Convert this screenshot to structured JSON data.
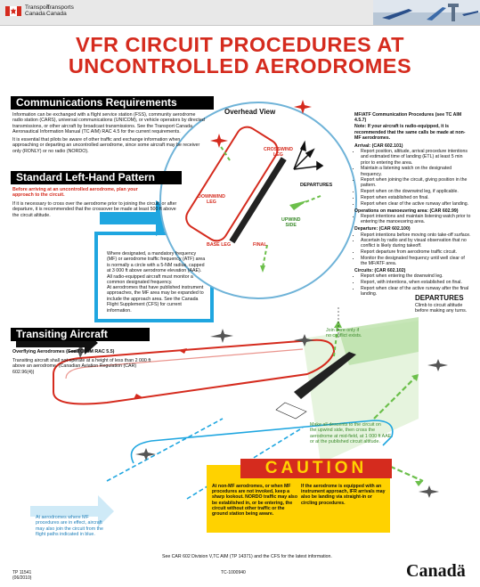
{
  "header": {
    "dept_en": "Transport\nCanada",
    "dept_fr": "Transports\nCanada"
  },
  "title": {
    "line1": "VFR CIRCUIT PROCEDURES AT",
    "line2": "UNCONTROLLED AERODROMES"
  },
  "communications": {
    "heading": "Communications Requirements",
    "para1": "Information can be exchanged with a flight service station (FSS), community aerodrome radio station (CARS), universal communications (UNICOM), or vehicle operators by directed transmissions, or other aircraft by broadcast transmissions. See the Transport Canada Aeronautical Information Manual (TC AIM) RAC 4.5 for the current requirements.",
    "para2": "It is essential that pilots be aware of other traffic and exchange information when approaching or departing an uncontrolled aerodrome, since some aircraft may be receiver only (RONLY) or no radio (NORDO)."
  },
  "pattern": {
    "heading": "Standard Left-Hand Pattern",
    "red_text": "Before arriving at an uncontrolled aerodrome, plan your approach to the circuit.",
    "para": "If it is necessary to cross over the aerodrome prior to joining the circuit, or after departure, it is recommended that the crossover be made at least 500 ft above the circuit altitude."
  },
  "mf_box": {
    "para1": "Where designated, a mandatory frequency (MF) or aerodrome traffic frequency (ATF) area is normally a circle with a 5-NM radius, capped at 3 000 ft above aerodrome elevation (AAE). All radio-equipped aircraft must monitor a common designated frequency.",
    "para2": "At aerodromes that have published instrument approaches, the MF area may be expanded to include the approach area. See the Canada Flight Supplement (CFS) for current information."
  },
  "transiting": {
    "heading": "Transiting Aircraft",
    "sub": "Overflying Aerodromes (See TC AIM RAC 5.5)",
    "para": "Transiting aircraft shall not operate at a height of less than 2 000 ft above an aerodrome. (Canadian Aviation Regulation (CAR) 602.96(4))"
  },
  "overhead": {
    "label": "Overhead View",
    "crosswind": "CROSSWIND\nLEG",
    "downwind": "DOWNWIND\nLEG",
    "base": "BASE LEG",
    "final": "FINAL",
    "upwind": "UPWIND\nSIDE",
    "departures": "DEPARTURES"
  },
  "right": {
    "head": "MF/ATF Communication Procedures (see TC AIM 4.5.7)",
    "note": "Note: If your aircraft is radio-equipped, it is recommended that the same calls be made at non-MF aerodromes.",
    "arrival_head": "Arrival: (CAR 602.101)",
    "arrival": [
      "Report position, altitude, arrival procedure intentions and estimated time of landing (ETL) at least 5 min prior to entering the area.",
      "Maintain a listening watch on the designated frequency.",
      "Report when joining the circuit, giving position in the pattern.",
      "Report when on the downwind leg, if applicable.",
      "Report when established on final.",
      "Report when clear of the active runway after landing."
    ],
    "maneuver_head": "Operations on manoeuvring area: (CAR 602.99)",
    "maneuver": [
      "Report intentions and maintain listening watch prior to entering the manoeuvring area."
    ],
    "departure_head": "Departure: (CAR 602.100)",
    "departure": [
      "Report intentions before moving onto take-off surface.",
      "Ascertain by radio and by visual observation that no conflict is likely during takeoff.",
      "Report departure from aerodrome traffic circuit.",
      "Monitor the designated frequency until well clear of the MF/ATF area."
    ],
    "circuits_head": "Circuits: (CAR 602.102)",
    "circuits": [
      "Report when entering the downwind leg.",
      "Report, with intentions, when established on final.",
      "Report when clear of the active runway after the final landing."
    ]
  },
  "perspective": {
    "departures_title": "DEPARTURES",
    "departures_text": "Climb to circuit altitude\nbefore making any turns.",
    "join_note": "Join here only if\nno conflict exists.",
    "descend_note": "Make all descents to the circuit on\nthe upwind side, then cross the\naerodrome at mid-field, at 1 000 ft AAE\nor at the published circuit altitude.",
    "blue_note": "At aerodromes where MF\nprocedures are in effect, aircraft\nmay also join the circuit from the\nflight paths indicated in blue."
  },
  "caution": {
    "title": "CAUTION",
    "left": "At non-MF aerodromes, or when MF procedures are not invoked, keep a sharp lookout. NORDO traffic may also be established in, or be entering, the circuit without other traffic or the ground station being aware.",
    "right": "If the aerodrome is equipped with an instrument approach, IFR arrivals may also be landing via straight-in or circling procedures."
  },
  "footer": {
    "see": "See CAR 602 Division V,TC AIM (TP 14371) and the CFS for the latest information.",
    "tp": "TP 11541\n(06/2010)",
    "tc": "TC-1000940",
    "wordmark": "Canadä"
  },
  "colors": {
    "red": "#d52b1e",
    "blue": "#1fa6e0",
    "green": "#6cbf4b",
    "yellow": "#ffd200"
  }
}
